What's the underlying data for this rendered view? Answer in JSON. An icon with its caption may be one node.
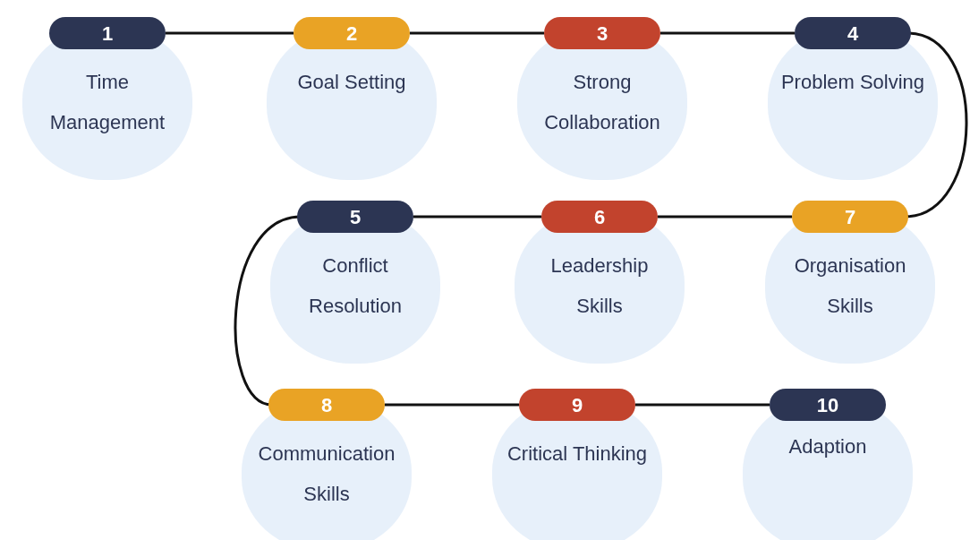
{
  "diagram": {
    "nodes": [
      {
        "text": [
          "1",
          "Time Management"
        ]
      },
      {
        "text": [
          "2",
          "Goal Setting"
        ]
      },
      {
        "text": [
          "3",
          "Strong Collaboration"
        ]
      },
      {
        "text": [
          "4",
          "Problem Solving"
        ]
      },
      {
        "text": [
          "5",
          "Conflict Resolution"
        ]
      },
      {
        "text": [
          "6",
          "Leadership Skills"
        ]
      },
      {
        "text": [
          "7",
          "Organisation Skills"
        ]
      },
      {
        "text": [
          "8",
          "Communication Skills"
        ]
      },
      {
        "text": [
          "9",
          "Critical Thinking"
        ]
      },
      {
        "text": [
          "10",
          "Adaption"
        ]
      }
    ],
    "edges": [
      {
        "from": 0,
        "to": 1,
        "arrow": "none"
      },
      {
        "from": 1,
        "to": 2,
        "arrow": "none"
      },
      {
        "from": 2,
        "to": 3,
        "arrow": "none"
      },
      {
        "from": 3,
        "to": 6,
        "arrow": "none"
      },
      {
        "from": 6,
        "to": 5,
        "arrow": "none"
      },
      {
        "from": 5,
        "to": 4,
        "arrow": "none"
      },
      {
        "from": 4,
        "to": 7,
        "arrow": "none"
      },
      {
        "from": 7,
        "to": 8,
        "arrow": "none"
      },
      {
        "from": 8,
        "to": 9,
        "arrow": "none"
      }
    ]
  }
}
